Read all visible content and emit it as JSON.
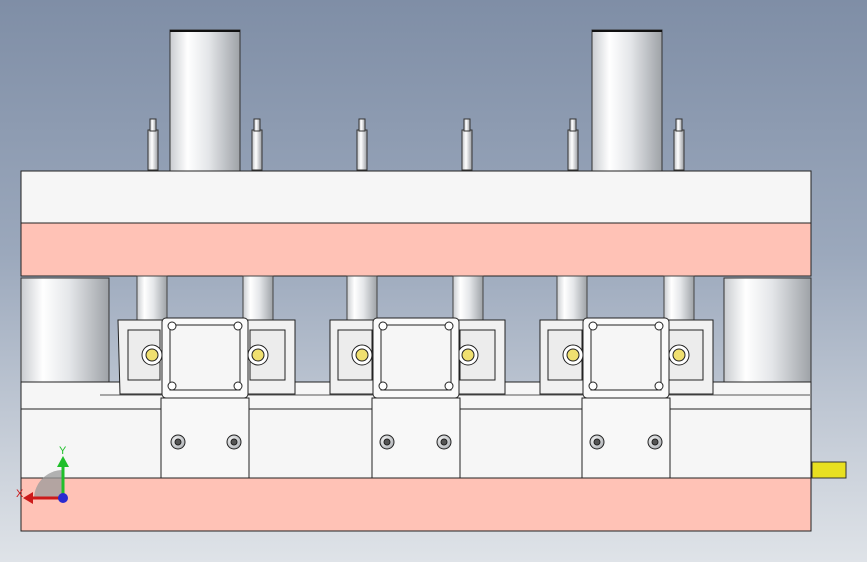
{
  "viewport": {
    "name": "cad-3d-viewport",
    "background_top": "#7f8ea6",
    "background_bottom": "#dfe3e8"
  },
  "model": {
    "plate_color": "#f4f4f4",
    "pink_plate_color": "#ffc2b6",
    "cylinder_color": "#e8ebee",
    "accent_pin_color": "#e8e020",
    "edge_color": "#1a1a1a"
  },
  "triad": {
    "x_label": "X",
    "y_label": "Y",
    "x_color": "#cc1a1a",
    "y_color": "#1fbf2a",
    "z_color": "#2a2ad0"
  }
}
